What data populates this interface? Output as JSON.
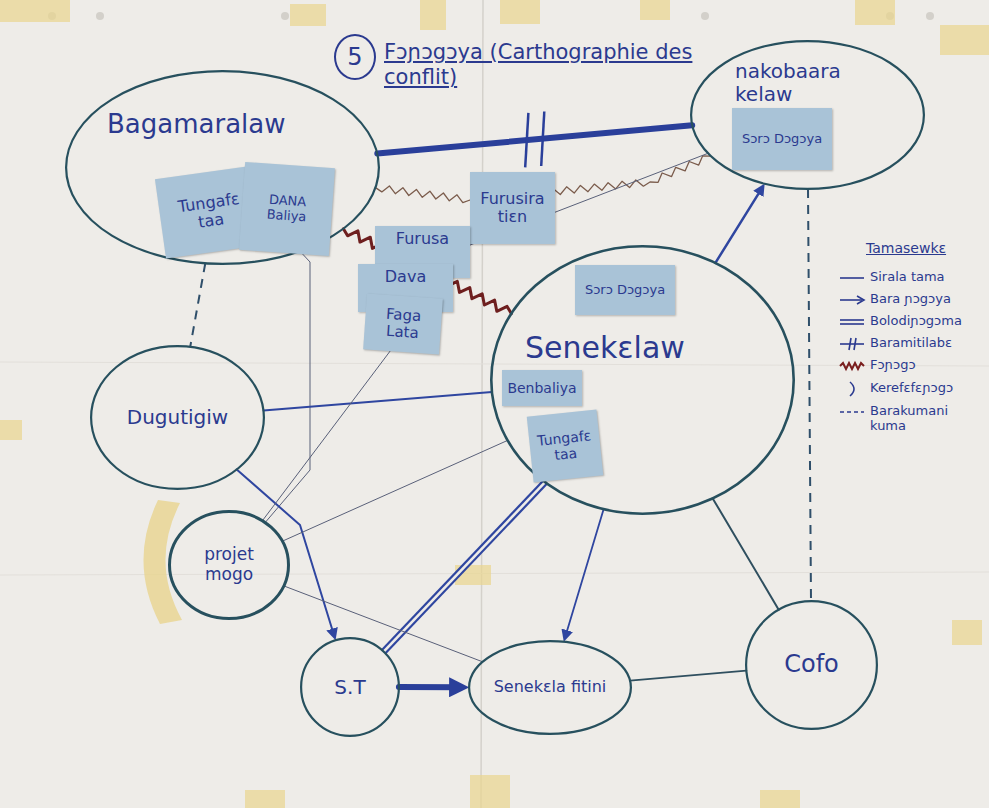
{
  "diagram": {
    "title": "Fɔɲɔgɔya (Carthographie des conflit)",
    "nodes": [
      {
        "text": [
          "Bagamaralaw"
        ]
      },
      {
        "text": [
          "Tungafɛ taa"
        ],
        "in": 0
      },
      {
        "text": [
          "DANA Baliya"
        ],
        "in": 0
      },
      {
        "text": [
          "nakobaara kelaw"
        ]
      },
      {
        "text": [
          "Sɔrɔ Dɔgɔya"
        ],
        "in": 3
      },
      {
        "text": [
          "Furusira tiɛn"
        ]
      },
      {
        "text": [
          "Furusa"
        ]
      },
      {
        "text": [
          "Dava"
        ]
      },
      {
        "text": [
          "Faga Lata"
        ]
      },
      {
        "text": [
          "Senekɛlaw"
        ]
      },
      {
        "text": [
          "Sɔrɔ Dɔgɔya"
        ],
        "in": 9
      },
      {
        "text": [
          "Benbaliya"
        ],
        "in": 9
      },
      {
        "text": [
          "Tungafɛ taa"
        ],
        "in": 9
      },
      {
        "text": [
          "Dugutigiw"
        ]
      },
      {
        "text": [
          "projet mogo"
        ]
      },
      {
        "text": [
          "S.T"
        ]
      },
      {
        "text": [
          "Senekɛla fitini"
        ]
      },
      {
        "text": [
          "Cofo"
        ]
      }
    ],
    "edges": [
      {
        "from": 0,
        "to": 3,
        "arrow": "none"
      },
      {
        "from": 0,
        "to": 3,
        "arrow": "none"
      },
      {
        "from": 0,
        "to": 9,
        "arrow": "none"
      },
      {
        "from": 0,
        "to": 13,
        "arrow": "none"
      },
      {
        "from": 0,
        "to": 14,
        "arrow": "none"
      },
      {
        "from": 13,
        "to": 9,
        "arrow": "none"
      },
      {
        "from": 13,
        "to": 15,
        "arrow": "to"
      },
      {
        "from": 9,
        "to": 3,
        "arrow": "to"
      },
      {
        "from": 9,
        "to": 15,
        "arrow": "none"
      },
      {
        "from": 9,
        "to": 16,
        "arrow": "to"
      },
      {
        "from": 9,
        "to": 17,
        "arrow": "none"
      },
      {
        "from": 3,
        "to": 17,
        "arrow": "none"
      },
      {
        "from": 15,
        "to": 16,
        "arrow": "to"
      },
      {
        "from": 16,
        "to": 17,
        "arrow": "none"
      },
      {
        "from": 14,
        "to": 9,
        "arrow": "none"
      },
      {
        "from": 14,
        "to": 16,
        "arrow": "none"
      },
      {
        "from": 3,
        "to": 14,
        "arrow": "none"
      }
    ],
    "labels": [
      "5",
      "Tamasewkɛ"
    ],
    "legend": [
      {
        "text": "Sirala tama"
      },
      {
        "text": "Bara ɲɔgɔya"
      },
      {
        "text": "Bolodiɲɔgɔma"
      },
      {
        "text": "Baramitilabɛ"
      },
      {
        "text": "Fɔɲɔgɔ"
      },
      {
        "text": "Kerefɛfɛɲɔgɔ"
      },
      {
        "text": "Barakumani kuma"
      }
    ]
  }
}
